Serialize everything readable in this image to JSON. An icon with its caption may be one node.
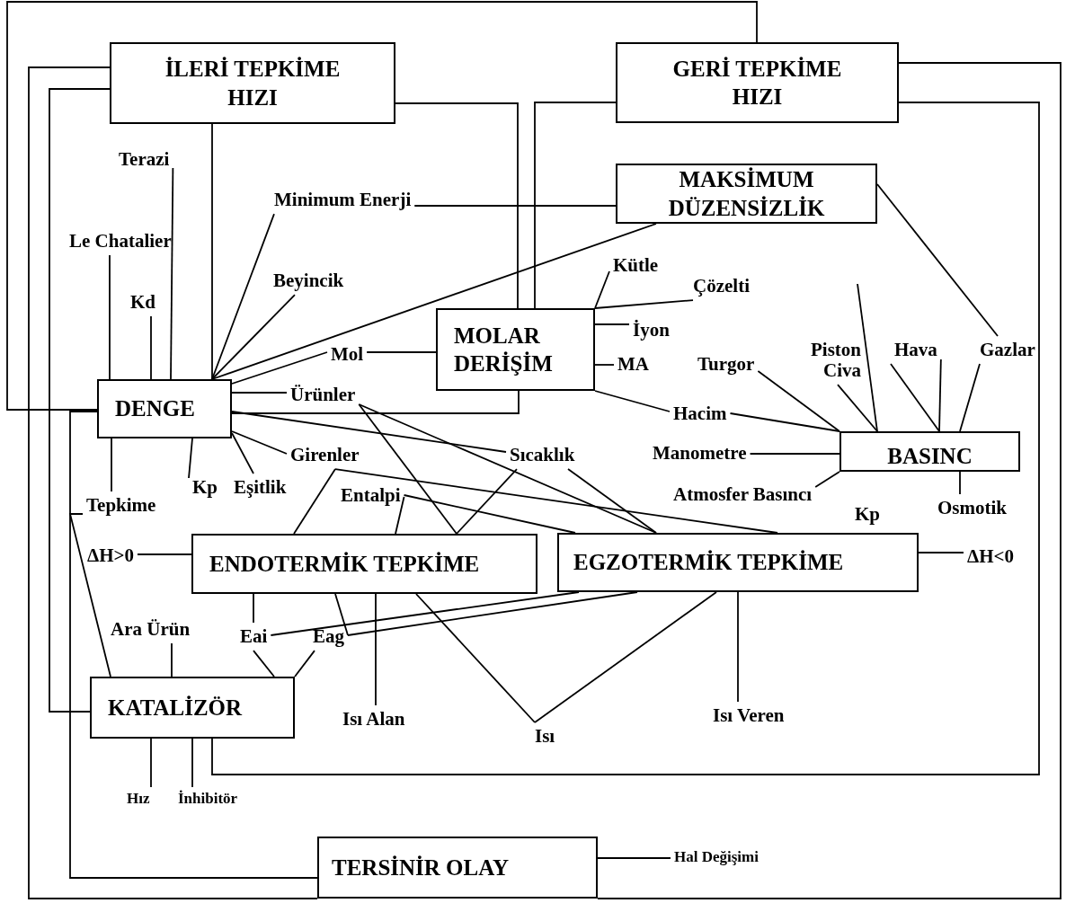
{
  "diagram": {
    "nodes": [
      {
        "text": [
          "İLERİ TEPKİME HIZI"
        ]
      },
      {
        "text": [
          "GERİ TEPKİME HIZI"
        ]
      },
      {
        "text": [
          "MAKSİMUM DÜZENSİZLİK"
        ]
      },
      {
        "text": [
          "MOLAR DERİŞİM"
        ]
      },
      {
        "text": [
          "DENGE"
        ]
      },
      {
        "text": [
          "BASINC"
        ]
      },
      {
        "text": [
          "ENDOTERMİK TEPKİME"
        ]
      },
      {
        "text": [
          "EGZOTERMİK TEPKİME"
        ]
      },
      {
        "text": [
          "KATALİZÖR"
        ]
      },
      {
        "text": [
          "TERSİNİR OLAY"
        ]
      },
      {
        "text": [
          "Terazi"
        ]
      },
      {
        "text": [
          "Le Chatalier"
        ]
      },
      {
        "text": [
          "Kd"
        ]
      },
      {
        "text": [
          "Minimum Enerji"
        ]
      },
      {
        "text": [
          "Beyincik"
        ]
      },
      {
        "text": [
          "Mol"
        ]
      },
      {
        "text": [
          "Ürünler"
        ]
      },
      {
        "text": [
          "Kütle"
        ]
      },
      {
        "text": [
          "Çözelti"
        ]
      },
      {
        "text": [
          "İyon"
        ]
      },
      {
        "text": [
          "MA"
        ]
      },
      {
        "text": [
          "Turgor"
        ]
      },
      {
        "text": [
          "Piston Civa"
        ]
      },
      {
        "text": [
          "Hava"
        ]
      },
      {
        "text": [
          "Gazlar"
        ]
      },
      {
        "text": [
          "Hacim"
        ]
      },
      {
        "text": [
          "Manometre"
        ]
      },
      {
        "text": [
          "Atmosfer Basıncı"
        ]
      },
      {
        "text": [
          "Osmotik"
        ]
      },
      {
        "text": [
          "Tepkime"
        ]
      },
      {
        "text": [
          "Kp"
        ]
      },
      {
        "text": [
          "Eşitlik"
        ]
      },
      {
        "text": [
          "Girenler"
        ]
      },
      {
        "text": [
          "Sıcaklık"
        ]
      },
      {
        "text": [
          "Entalpi"
        ]
      },
      {
        "text": [
          "ΔH>0"
        ]
      },
      {
        "text": [
          "ΔH<0"
        ]
      },
      {
        "text": [
          "Ara Ürün"
        ]
      },
      {
        "text": [
          "Eai"
        ]
      },
      {
        "text": [
          "Eag"
        ]
      },
      {
        "text": [
          "Isı Alan"
        ]
      },
      {
        "text": [
          "Isı"
        ]
      },
      {
        "text": [
          "Isı Veren"
        ]
      },
      {
        "text": [
          "Hız"
        ]
      },
      {
        "text": [
          "İnhibitör"
        ]
      },
      {
        "text": [
          "Hal Değişimi"
        ]
      }
    ],
    "edges": [
      {
        "from": 1,
        "to": 4,
        "arrow": "none"
      },
      {
        "from": 0,
        "to": 9,
        "arrow": "none"
      },
      {
        "from": 1,
        "to": 9,
        "arrow": "none"
      },
      {
        "from": 0,
        "to": 8,
        "arrow": "none"
      },
      {
        "from": 1,
        "to": 8,
        "arrow": "none"
      },
      {
        "from": 4,
        "to": 9,
        "arrow": "none"
      },
      {
        "from": 29,
        "to": 8,
        "arrow": "none"
      },
      {
        "from": 4,
        "to": 29,
        "arrow": "none"
      },
      {
        "from": 0,
        "to": 4,
        "arrow": "none"
      },
      {
        "from": 13,
        "to": 4,
        "arrow": "none"
      },
      {
        "from": 14,
        "to": 4,
        "arrow": "none"
      },
      {
        "from": 2,
        "to": 4,
        "arrow": "none"
      },
      {
        "from": 13,
        "to": 2,
        "arrow": "none"
      },
      {
        "from": 0,
        "to": 3,
        "arrow": "none"
      },
      {
        "from": 1,
        "to": 3,
        "arrow": "none"
      },
      {
        "from": 10,
        "to": 4,
        "arrow": "none"
      },
      {
        "from": 11,
        "to": 4,
        "arrow": "none"
      },
      {
        "from": 12,
        "to": 4,
        "arrow": "none"
      },
      {
        "from": 4,
        "to": 15,
        "arrow": "none"
      },
      {
        "from": 15,
        "to": 3,
        "arrow": "none"
      },
      {
        "from": 4,
        "to": 16,
        "arrow": "none"
      },
      {
        "from": 4,
        "to": 3,
        "arrow": "none"
      },
      {
        "from": 3,
        "to": 17,
        "arrow": "none"
      },
      {
        "from": 3,
        "to": 18,
        "arrow": "none"
      },
      {
        "from": 3,
        "to": 19,
        "arrow": "none"
      },
      {
        "from": 3,
        "to": 20,
        "arrow": "none"
      },
      {
        "from": 3,
        "to": 25,
        "arrow": "none"
      },
      {
        "from": 2,
        "to": 24,
        "arrow": "none"
      },
      {
        "from": 25,
        "to": 5,
        "arrow": "none"
      },
      {
        "from": 21,
        "to": 5,
        "arrow": "none"
      },
      {
        "from": 22,
        "to": 5,
        "arrow": "none"
      },
      {
        "from": null,
        "to": 5,
        "arrow": "none"
      },
      {
        "from": 23,
        "to": 5,
        "arrow": "none"
      },
      {
        "from": 23,
        "to": 5,
        "arrow": "none"
      },
      {
        "from": 24,
        "to": 5,
        "arrow": "none"
      },
      {
        "from": 26,
        "to": 5,
        "arrow": "none"
      },
      {
        "from": 27,
        "to": 5,
        "arrow": "none"
      },
      {
        "from": 5,
        "to": 28,
        "arrow": "none"
      },
      {
        "from": 7,
        "to": 36,
        "arrow": "none"
      },
      {
        "from": 35,
        "to": 6,
        "arrow": "none"
      },
      {
        "from": 4,
        "to": 33,
        "arrow": "none"
      },
      {
        "from": 4,
        "to": 32,
        "arrow": "none"
      },
      {
        "from": 4,
        "to": 31,
        "arrow": "none"
      },
      {
        "from": 4,
        "to": 30,
        "arrow": "none"
      },
      {
        "from": 16,
        "to": 6,
        "arrow": "none"
      },
      {
        "from": 16,
        "to": 7,
        "arrow": "none"
      },
      {
        "from": 32,
        "to": 6,
        "arrow": "none"
      },
      {
        "from": 32,
        "to": 7,
        "arrow": "none"
      },
      {
        "from": 34,
        "to": 6,
        "arrow": "none"
      },
      {
        "from": 34,
        "to": 7,
        "arrow": "none"
      },
      {
        "from": 33,
        "to": 6,
        "arrow": "none"
      },
      {
        "from": 33,
        "to": 7,
        "arrow": "none"
      },
      {
        "from": 6,
        "to": 38,
        "arrow": "none"
      },
      {
        "from": 38,
        "to": 7,
        "arrow": "none"
      },
      {
        "from": 39,
        "to": 6,
        "arrow": "none"
      },
      {
        "from": 39,
        "to": 7,
        "arrow": "none"
      },
      {
        "from": 6,
        "to": 40,
        "arrow": "none"
      },
      {
        "from": 6,
        "to": 41,
        "arrow": "none"
      },
      {
        "from": 7,
        "to": 41,
        "arrow": "none"
      },
      {
        "from": 7,
        "to": 42,
        "arrow": "none"
      },
      {
        "from": 37,
        "to": 8,
        "arrow": "none"
      },
      {
        "from": 38,
        "to": 8,
        "arrow": "none"
      },
      {
        "from": 39,
        "to": 8,
        "arrow": "none"
      },
      {
        "from": 8,
        "to": 43,
        "arrow": "none"
      },
      {
        "from": 8,
        "to": 44,
        "arrow": "none"
      },
      {
        "from": 9,
        "to": 45,
        "arrow": "none"
      }
    ],
    "labels": [
      "Kp"
    ]
  }
}
